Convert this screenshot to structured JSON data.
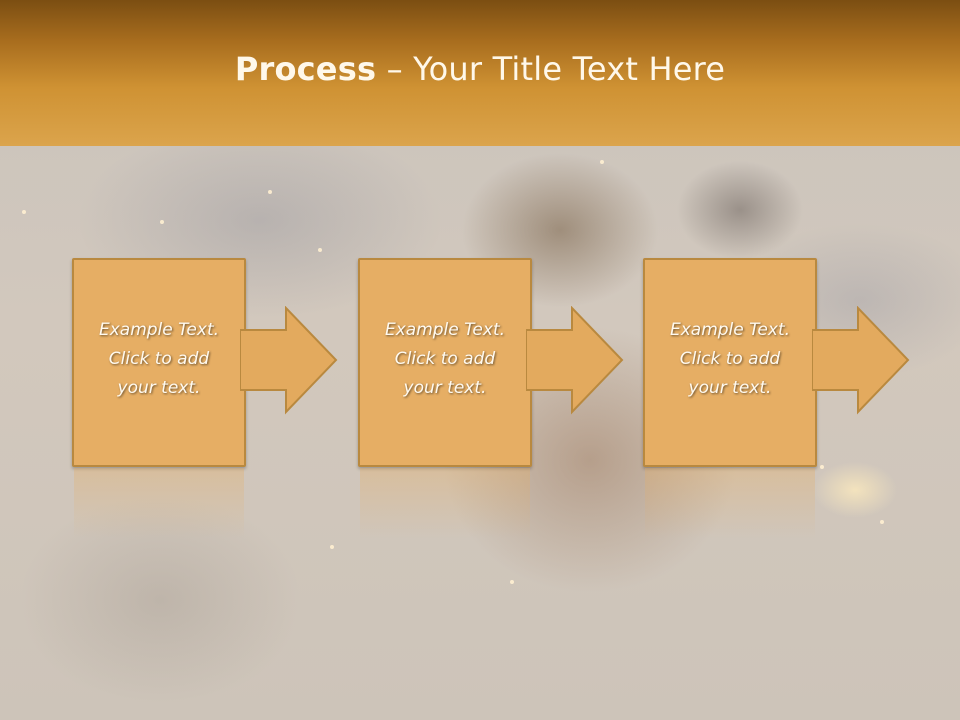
{
  "title": {
    "bold": "Process",
    "rest": " – Your Title Text Here"
  },
  "steps": [
    {
      "text": "Example Text.\nClick  to add\nyour text."
    },
    {
      "text": "Example Text.\nClick  to add\nyour text."
    },
    {
      "text": "Example Text.\nClick  to add\nyour text."
    }
  ],
  "colors": {
    "header": "#cf9233",
    "box_fill": "#e6ae64",
    "box_border": "#b9893f",
    "arrow_fill": "#e3aa5e"
  },
  "icons": [
    "right-arrow-icon"
  ]
}
